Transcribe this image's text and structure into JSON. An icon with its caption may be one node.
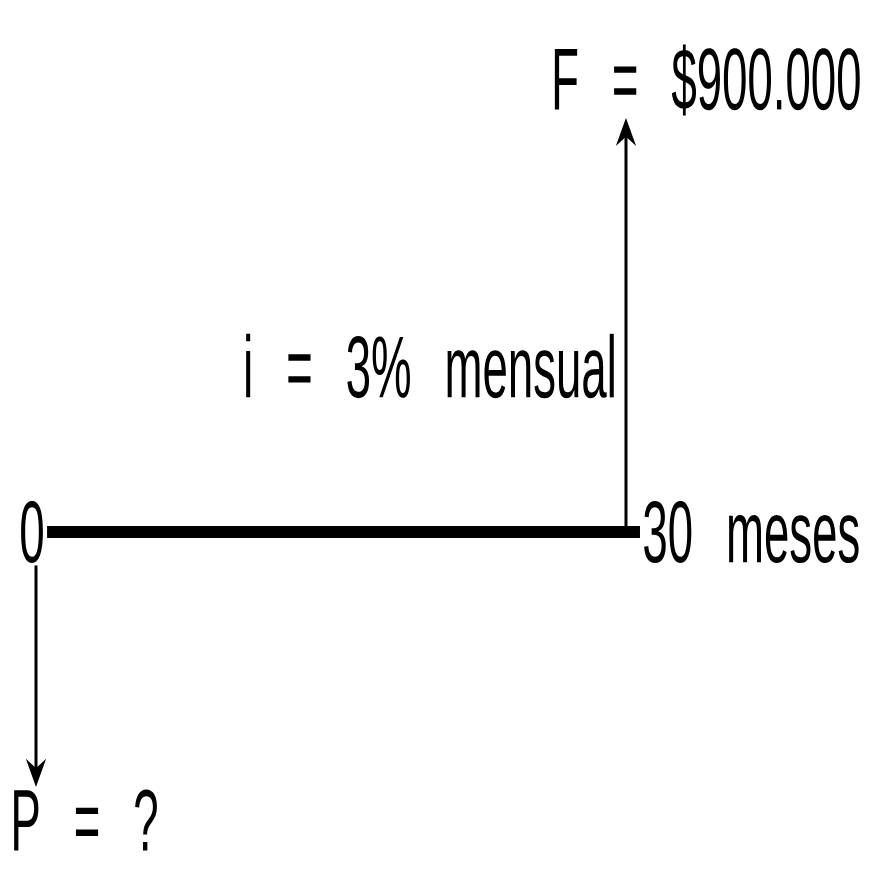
{
  "diagram": {
    "nodes": [
      {
        "text": [
          "0"
        ]
      },
      {
        "text": [
          "30 meses"
        ]
      },
      {
        "text": [
          "F = $900.000"
        ]
      },
      {
        "text": [
          "P = ?"
        ]
      }
    ],
    "edges": [
      {
        "from": 0,
        "to": 1,
        "arrow": "none",
        "style": "thick"
      },
      {
        "from": 1,
        "to": 2,
        "arrow": "to"
      },
      {
        "from": 0,
        "to": 3,
        "arrow": "to"
      }
    ],
    "labels": [
      "i = 3% mensual"
    ]
  }
}
